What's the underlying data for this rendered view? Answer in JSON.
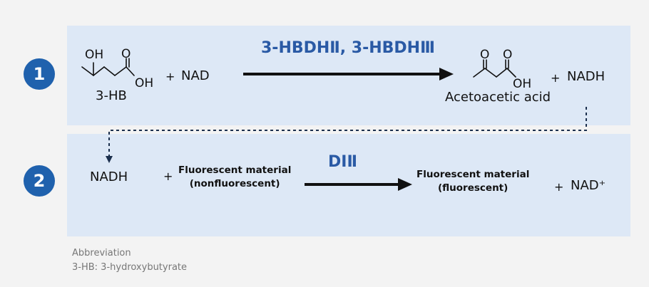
{
  "steps": [
    "1",
    "2"
  ],
  "reaction1": {
    "substrate_name": "3-HB",
    "substrate_atoms": {
      "oh_top": "OH",
      "o_top": "O",
      "oh_right": "OH"
    },
    "plus1": "+",
    "cofactor": "NAD",
    "enzyme": "3-HBDHⅡ, 3-HBDHⅢ",
    "product_atoms": {
      "o_left": "O",
      "o_right": "O",
      "oh": "OH"
    },
    "product_name": "Acetoacetic acid",
    "plus2": "+",
    "product_cofactor": "NADH"
  },
  "reaction2": {
    "cofactor": "NADH",
    "plus1": "+",
    "substrate_line1": "Fluorescent material",
    "substrate_line2": "(nonfluorescent)",
    "enzyme": "DIⅡ",
    "product_line1": "Fluorescent material",
    "product_line2": "(fluorescent)",
    "plus2": "+",
    "product_cofactor": "NAD⁺"
  },
  "abbreviations": {
    "title": "Abbreviation",
    "entries": [
      "3-HB: 3-hydroxybutyrate"
    ]
  },
  "colors": {
    "background": "#f3f3f3",
    "panel": "#dde8f6",
    "badge": "#1f61ad",
    "enzyme_text": "#2a5aa5"
  }
}
